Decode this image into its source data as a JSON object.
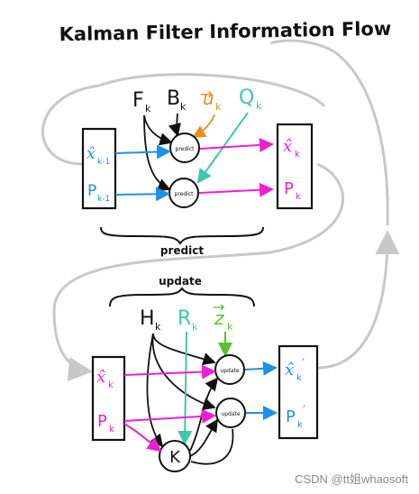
{
  "title": "Kalman Filter Information Flow",
  "colors": {
    "ink": "#111111",
    "blue": "#1e90e8",
    "magenta": "#ee1fd2",
    "orange": "#f08a1c",
    "teal": "#3ec8a8",
    "green": "#58c228",
    "gray": "#c8c8c8"
  },
  "predict_block": {
    "inputs": {
      "x_prev": "x̂",
      "x_prev_sub": "k-1",
      "P_prev": "P",
      "P_prev_sub": "k-1"
    },
    "params": {
      "F": "F",
      "B": "B",
      "u": "u",
      "Q": "Q",
      "sub": "k"
    },
    "nodes": {
      "predict_top": "predict",
      "predict_bottom": "predict"
    },
    "outputs": {
      "x": "x̂",
      "P": "P",
      "sub": "k"
    },
    "brace_label": "predict"
  },
  "update_block": {
    "brace_label": "update",
    "inputs": {
      "x": "x̂",
      "P": "P",
      "sub": "k"
    },
    "params": {
      "H": "H",
      "R": "R",
      "z": "z",
      "sub": "k"
    },
    "nodes": {
      "update_top": "update",
      "update_bottom": "update",
      "gain": "K"
    },
    "outputs": {
      "x": "x̂",
      "P": "P",
      "sub": "k",
      "prime": "′"
    }
  },
  "watermark": "CSDN @tt姐whaosoft"
}
